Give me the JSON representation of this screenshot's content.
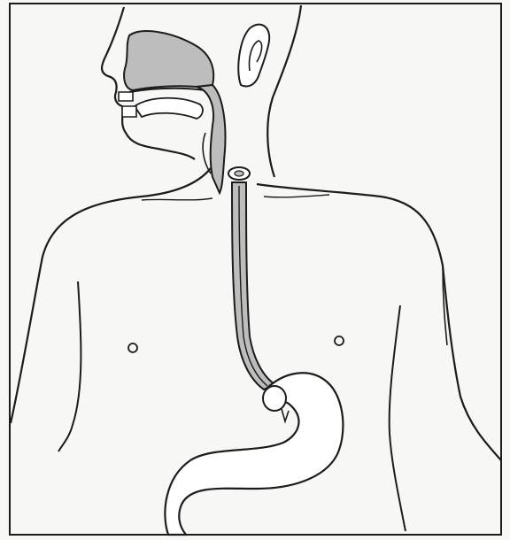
{
  "diagram": {
    "colors": {
      "background": "#f7f7f5",
      "outline": "#1c1c1c",
      "tract_fill": "#bdbdbd",
      "organ_fill": "#ffffff"
    },
    "parts": [
      "head-profile",
      "ear",
      "nasal-cavity",
      "oral-cavity",
      "teeth",
      "tongue",
      "pharynx",
      "larynx-ring",
      "esophagus",
      "stomach",
      "duodenum",
      "torso",
      "nipples"
    ]
  }
}
